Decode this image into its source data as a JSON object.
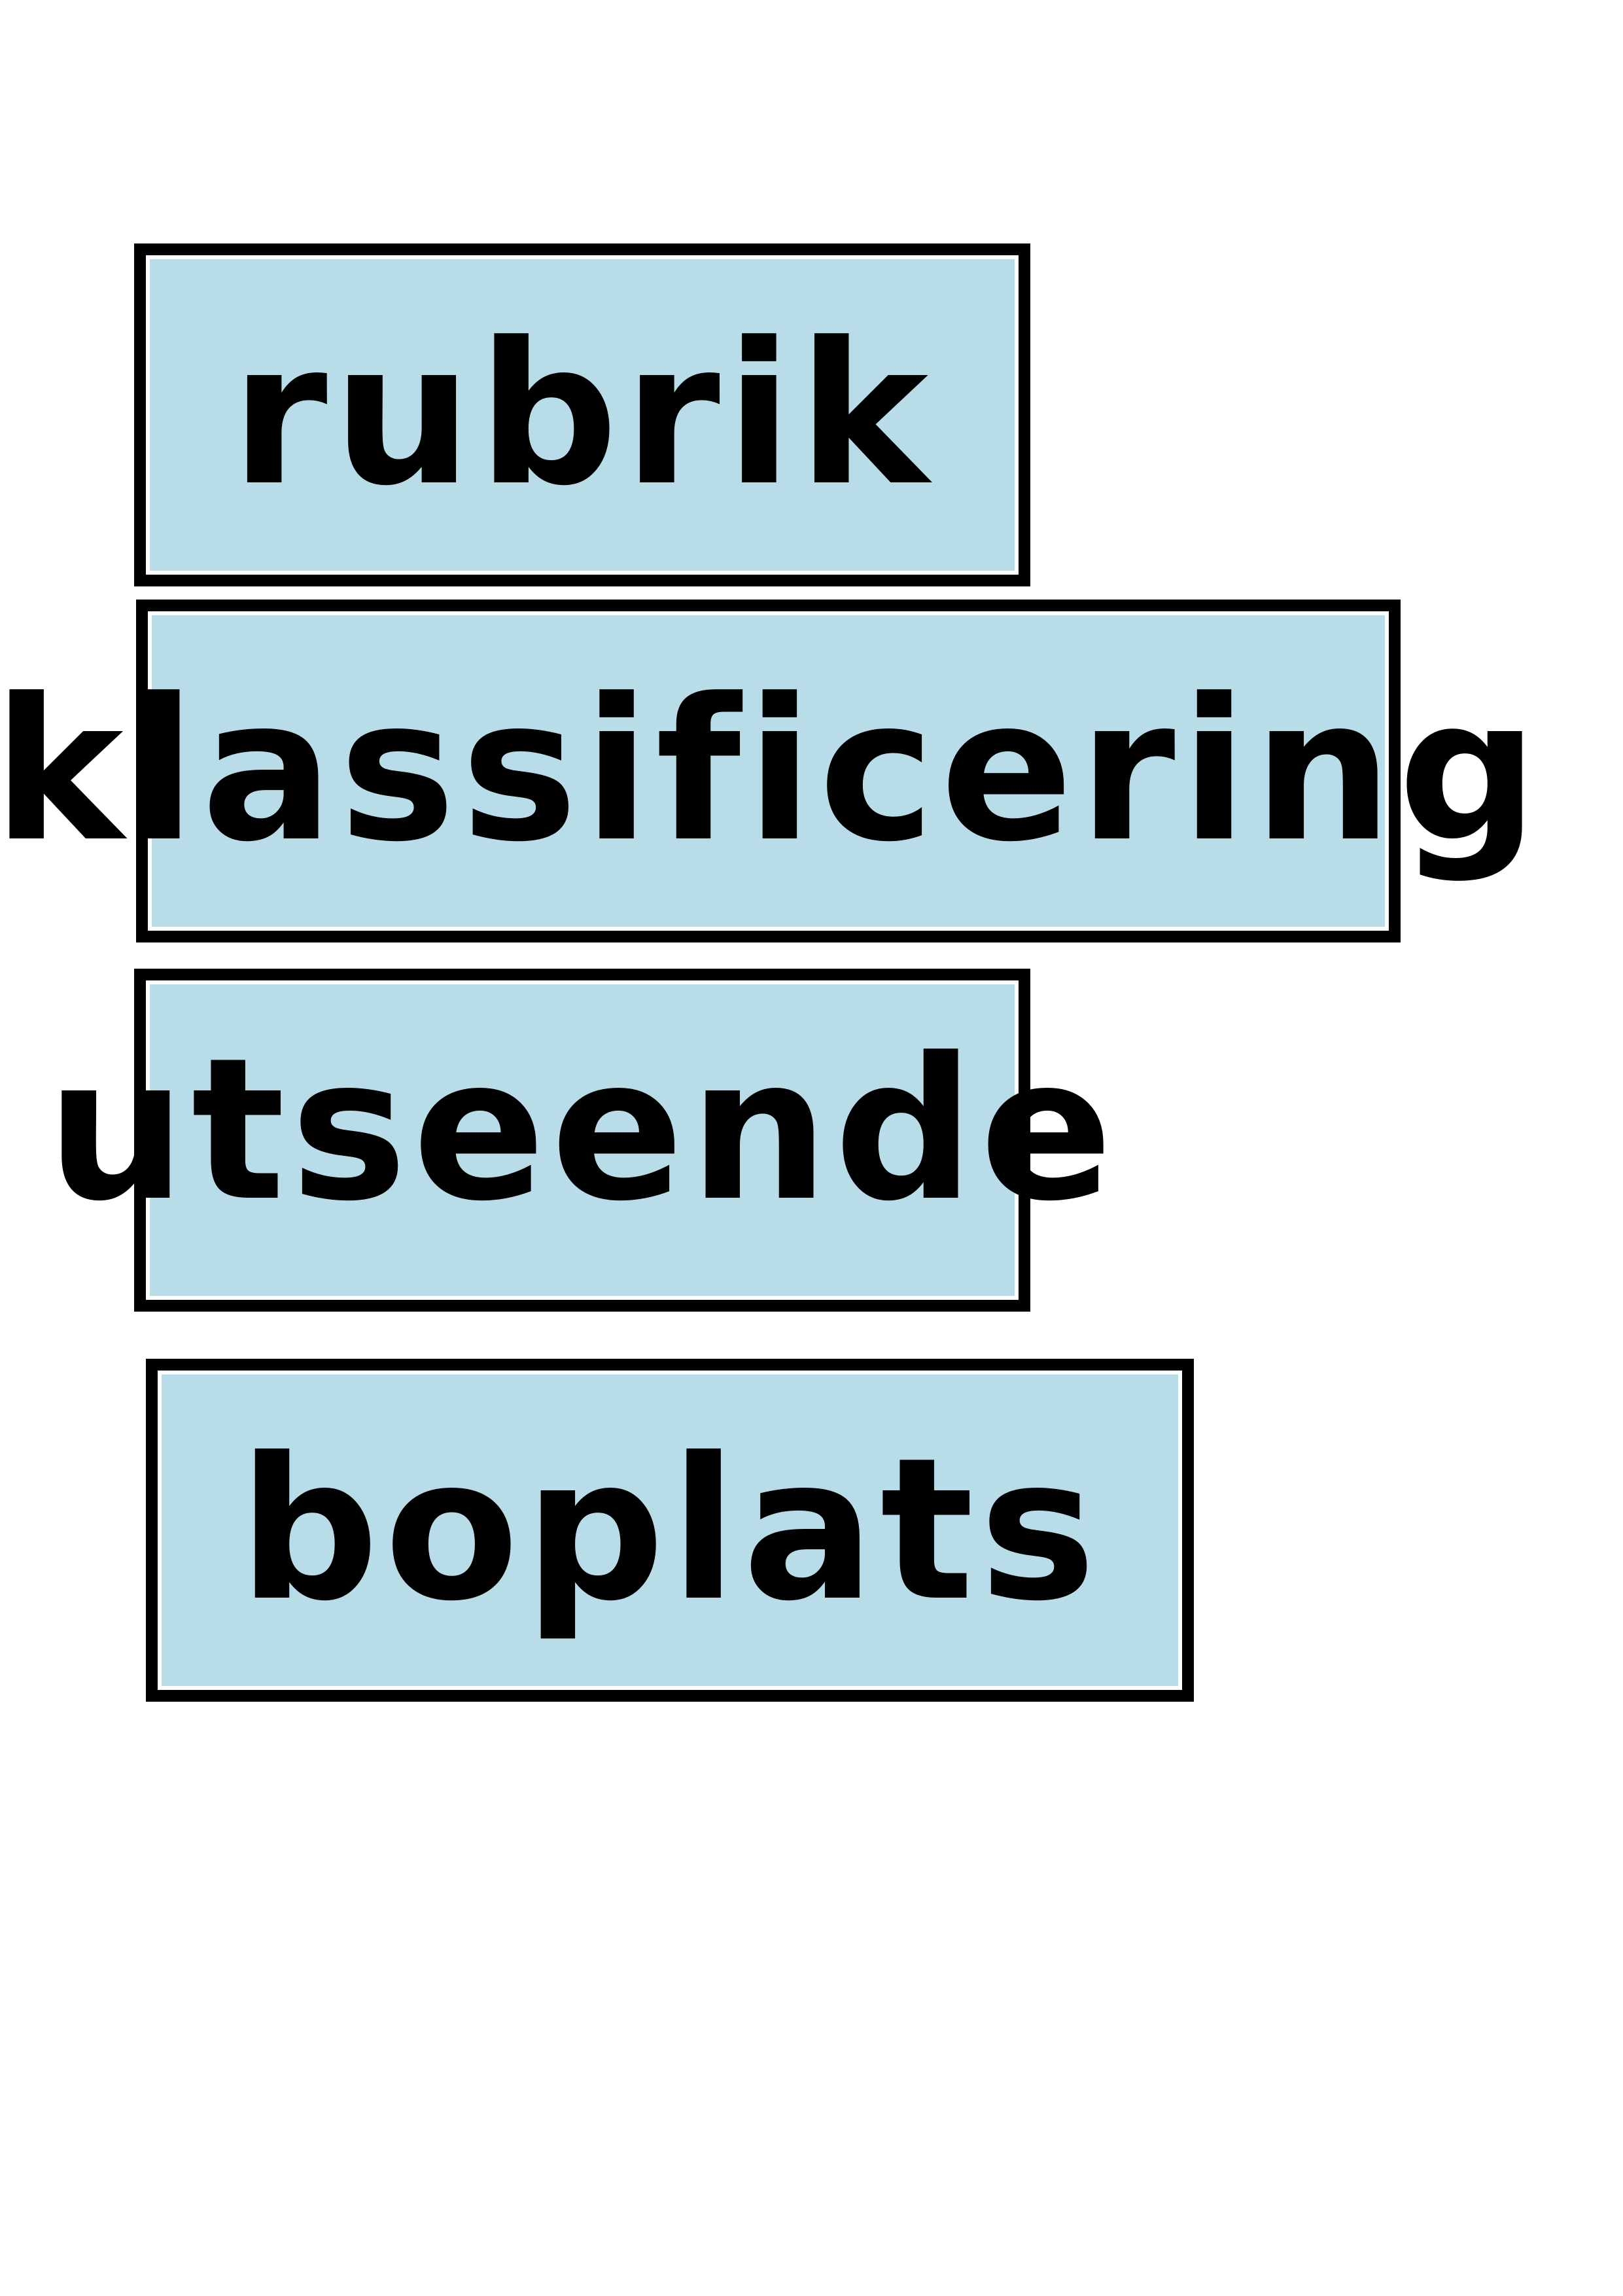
{
  "cards": [
    {
      "word": "rubrik"
    },
    {
      "word": "klassificering"
    },
    {
      "word": "utseende"
    },
    {
      "word": "boplats"
    }
  ],
  "colors": {
    "card_fill": "#b8dde8",
    "border": "#000000",
    "text": "#000000",
    "background": "#ffffff"
  }
}
